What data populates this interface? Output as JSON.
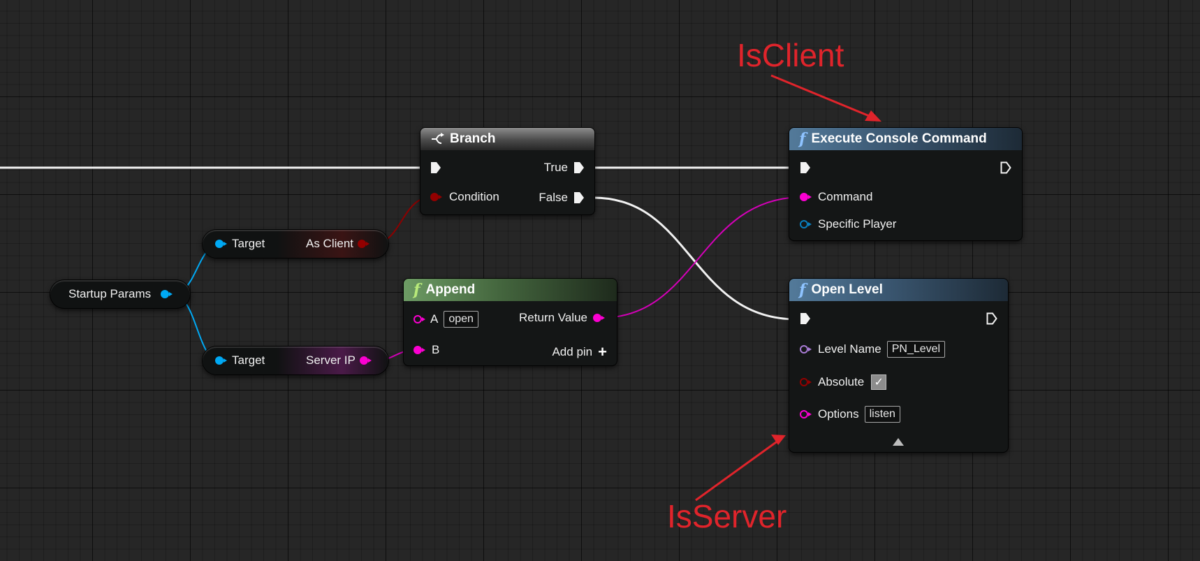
{
  "annotations": {
    "client_label": "IsClient",
    "server_label": "IsServer",
    "color": "#e0242b"
  },
  "nodes": {
    "startup_params": {
      "label": "Startup Params"
    },
    "as_client_getter": {
      "input_label": "Target",
      "output_label": "As Client"
    },
    "server_ip_getter": {
      "input_label": "Target",
      "output_label": "Server IP"
    },
    "branch": {
      "title": "Branch",
      "condition_label": "Condition",
      "true_label": "True",
      "false_label": "False"
    },
    "append": {
      "title": "Append",
      "a_label": "A",
      "a_value": "open",
      "b_label": "B",
      "return_label": "Return Value",
      "add_pin_label": "Add pin"
    },
    "execute_console_command": {
      "title": "Execute Console Command",
      "command_label": "Command",
      "specific_player_label": "Specific Player"
    },
    "open_level": {
      "title": "Open Level",
      "level_name_label": "Level Name",
      "level_name_value": "PN_Level",
      "absolute_label": "Absolute",
      "absolute_checked": true,
      "options_label": "Options",
      "options_value": "listen"
    }
  },
  "pin_colors": {
    "exec": "#ffffff",
    "object": "#00a9f4",
    "bool": "#930000",
    "string": "#fb00d1",
    "name": "#a97cd6",
    "player": "#0a7fbf"
  },
  "icons": {
    "function": "function-icon",
    "branch": "branch-icon",
    "add": "plus-icon",
    "collapse": "collapse-arrow-icon"
  }
}
